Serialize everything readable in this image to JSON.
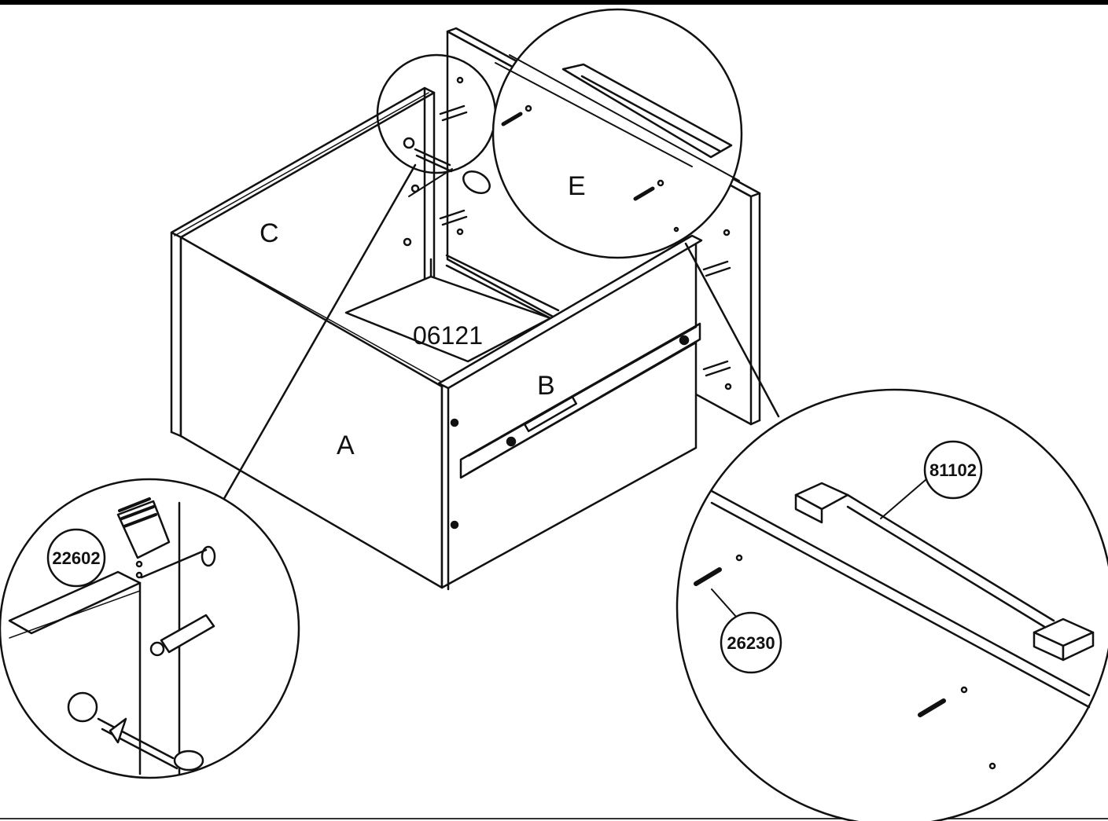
{
  "top_bar_color": "#000000",
  "line_color": "#111111",
  "background_color": "#ffffff",
  "panels": {
    "front": "A",
    "side_right": "B",
    "side_left": "C",
    "handle_panel": "E",
    "bottom_part": "06121"
  },
  "callouts": {
    "glue": "22602",
    "handle": "81102",
    "screw": "26230"
  }
}
